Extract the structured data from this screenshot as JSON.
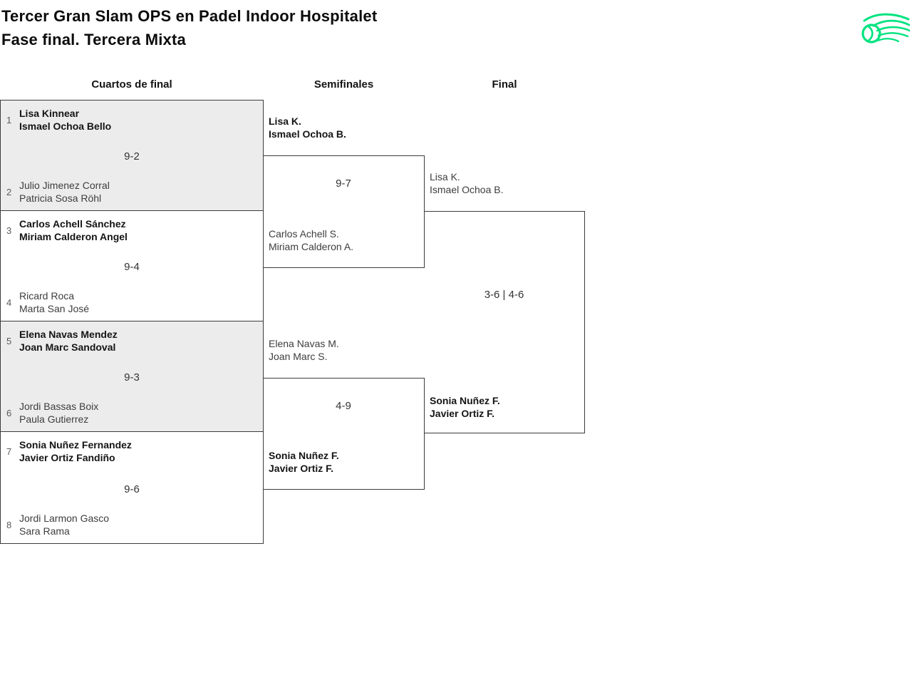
{
  "header": {
    "title_line1": "Tercer Gran Slam OPS en Padel Indoor Hospitalet",
    "title_line2": "Fase final. Tercera Mixta"
  },
  "logo": {
    "icon": "padel-ball-with-swoosh",
    "color": "#00E37F"
  },
  "rounds": {
    "quarterfinals": "Cuartos de final",
    "semifinals": "Semifinales",
    "final": "Final"
  },
  "bracket": {
    "quarterfinals": [
      {
        "seed_top": "1",
        "team_top": [
          "Lisa Kinnear",
          "Ismael Ochoa Bello"
        ],
        "score": "9-2",
        "seed_bottom": "2",
        "team_bottom": [
          "Julio Jimenez Corral",
          "Patricia Sosa Röhl"
        ],
        "winner": "top"
      },
      {
        "seed_top": "3",
        "team_top": [
          "Carlos Achell Sánchez",
          "Miriam Calderon Angel"
        ],
        "score": "9-4",
        "seed_bottom": "4",
        "team_bottom": [
          "Ricard Roca",
          "Marta San José"
        ],
        "winner": "top"
      },
      {
        "seed_top": "5",
        "team_top": [
          "Elena Navas Mendez",
          "Joan Marc Sandoval"
        ],
        "score": "9-3",
        "seed_bottom": "6",
        "team_bottom": [
          "Jordi Bassas Boix",
          "Paula Gutierrez"
        ],
        "winner": "top"
      },
      {
        "seed_top": "7",
        "team_top": [
          "Sonia Nuñez Fernandez",
          "Javier Ortiz Fandiño"
        ],
        "score": "9-6",
        "seed_bottom": "8",
        "team_bottom": [
          "Jordi Larmon Gasco",
          "Sara Rama"
        ],
        "winner": "top"
      }
    ],
    "semifinals": [
      {
        "team_top": [
          "Lisa K.",
          "Ismael Ochoa B."
        ],
        "score": "9-7",
        "team_bottom": [
          "Carlos Achell S.",
          "Miriam Calderon A."
        ],
        "winner": "top"
      },
      {
        "team_top": [
          "Elena Navas M.",
          "Joan Marc S."
        ],
        "score": "4-9",
        "team_bottom": [
          "Sonia Nuñez F.",
          "Javier Ortiz F."
        ],
        "winner": "bottom"
      }
    ],
    "final": {
      "team_top": [
        "Lisa K.",
        "Ismael Ochoa B."
      ],
      "score": "3-6 | 4-6",
      "team_bottom": [
        "Sonia Nuñez F.",
        "Javier Ortiz F."
      ],
      "winner": "bottom"
    }
  }
}
